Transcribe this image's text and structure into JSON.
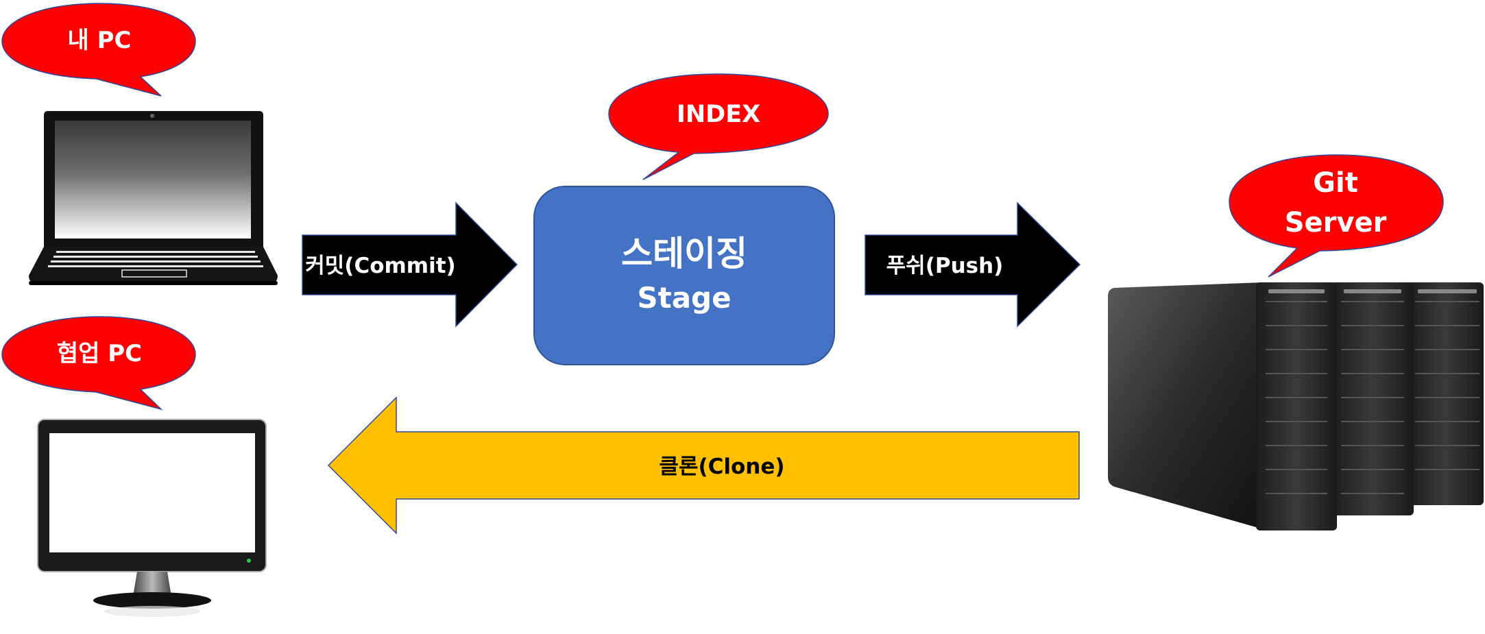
{
  "colors": {
    "bubble": "#ff0000",
    "bubble_stroke": "#2e4a9c",
    "stage_box": "#4472c4",
    "stage_box_stroke": "#2f5597",
    "arrow_dark": "#000000",
    "arrow_clone": "#ffc000",
    "bubble_text": "#ffffff",
    "arrow_text_light": "#ffffff",
    "arrow_text_dark": "#000000"
  },
  "bubbles": {
    "my_pc": "내 PC",
    "collab_pc": "협업 PC",
    "index": "INDEX",
    "git_server_line1": "Git",
    "git_server_line2": "Server"
  },
  "stage": {
    "korean": "스테이징",
    "english": "Stage"
  },
  "arrows": {
    "commit": "커밋(Commit)",
    "push": "푸쉬(Push)",
    "clone": "클론(Clone)"
  },
  "icons": {
    "laptop": "laptop-icon",
    "monitor": "monitor-icon",
    "server": "server-icon"
  }
}
